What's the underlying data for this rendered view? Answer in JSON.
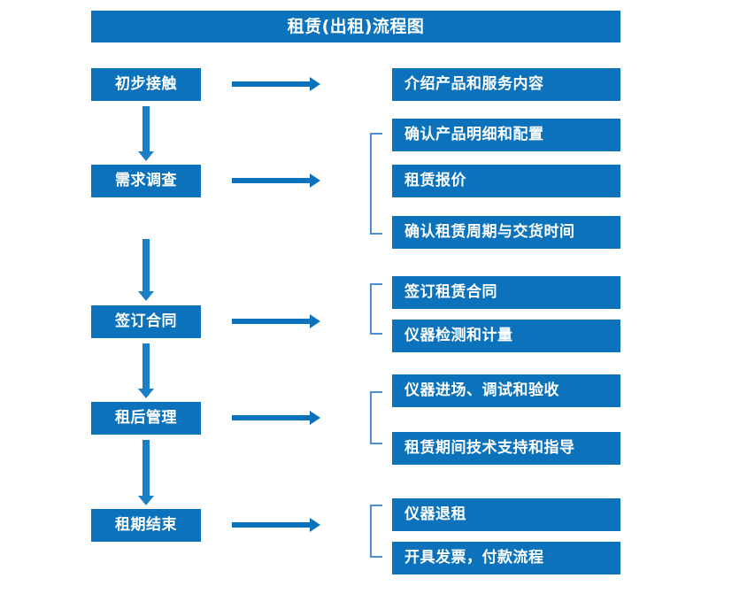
{
  "diagram": {
    "title": "租赁(出租)流程图",
    "colors": {
      "primary_blue": "#0b72bb",
      "arrow_blue": "#1a7fc4",
      "bracket_blue": "#4e8fd0",
      "text_white": "#ffffff",
      "background": "#ffffff"
    },
    "stages": [
      {
        "id": "stage-1",
        "label": "初步接触"
      },
      {
        "id": "stage-2",
        "label": "需求调查"
      },
      {
        "id": "stage-3",
        "label": "签订合同"
      },
      {
        "id": "stage-4",
        "label": "租后管理"
      },
      {
        "id": "stage-5",
        "label": "租期结束"
      }
    ],
    "detail_groups": [
      {
        "id": "group-1",
        "for_stage": "初步接触",
        "bracketed": false,
        "items": [
          {
            "label": "介绍产品和服务内容"
          }
        ]
      },
      {
        "id": "group-2",
        "for_stage": "需求调查",
        "bracketed": true,
        "items": [
          {
            "label": "确认产品明细和配置"
          },
          {
            "label": "租赁报价"
          },
          {
            "label": "确认租赁周期与交货时间"
          }
        ]
      },
      {
        "id": "group-3",
        "for_stage": "签订合同",
        "bracketed": true,
        "items": [
          {
            "label": "签订租赁合同"
          },
          {
            "label": "仪器检测和计量"
          }
        ]
      },
      {
        "id": "group-4",
        "for_stage": "租后管理",
        "bracketed": true,
        "items": [
          {
            "label": "仪器进场、调试和验收"
          },
          {
            "label": "租赁期间技术支持和指导"
          }
        ]
      },
      {
        "id": "group-5",
        "for_stage": "租期结束",
        "bracketed": true,
        "items": [
          {
            "label": "仪器退租"
          },
          {
            "label": "开具发票，付款流程"
          }
        ]
      }
    ],
    "connectors": {
      "horizontal_arrow_name": "flow-arrow-right",
      "vertical_arrow_name": "flow-arrow-down",
      "bracket_name": "group-bracket"
    }
  }
}
